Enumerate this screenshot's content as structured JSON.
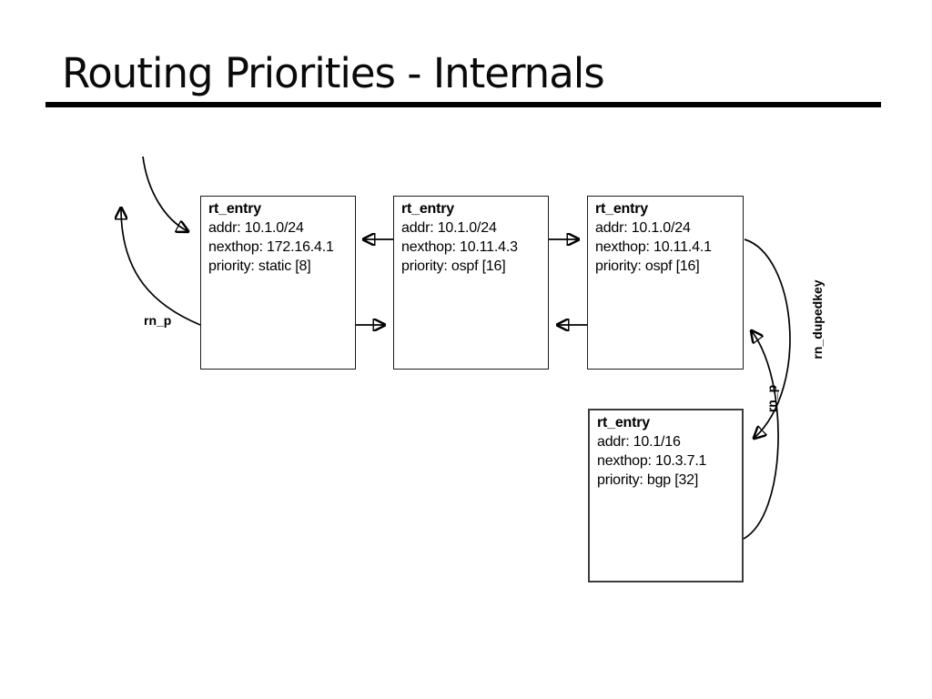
{
  "slide": {
    "title": "Routing Priorities - Internals"
  },
  "diagram": {
    "nodes": [
      {
        "title": "rt_entry",
        "lines": [
          "addr: 10.1.0/24",
          "nexthop: 172.16.4.1",
          "priority: static [8]"
        ]
      },
      {
        "title": "rt_entry",
        "lines": [
          "addr: 10.1.0/24",
          "nexthop: 10.11.4.3",
          "priority: ospf [16]"
        ]
      },
      {
        "title": "rt_entry",
        "lines": [
          "addr: 10.1.0/24",
          "nexthop: 10.11.4.1",
          "priority: ospf [16]"
        ]
      },
      {
        "title": "rt_entry",
        "lines": [
          "addr: 10.1/16",
          "nexthop: 10.3.7.1",
          "priority: bgp [32]"
        ]
      }
    ],
    "labels": {
      "rn_p_left": "rn_p",
      "rn_p_right": "rn_p",
      "rn_dupedkey": "rn_dupedkey"
    }
  },
  "colors": {
    "ink": "#000000",
    "background": "#ffffff"
  }
}
